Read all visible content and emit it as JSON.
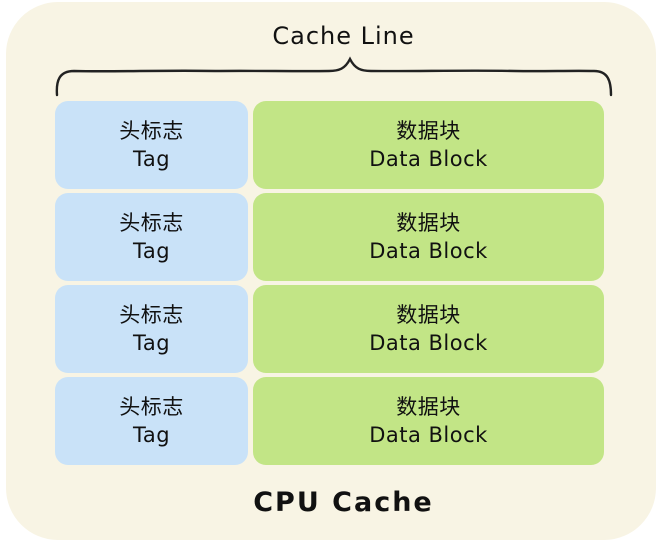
{
  "diagram": {
    "title": "Cache Line",
    "footer": "CPU Cache",
    "rows": [
      {
        "tag_zh": "头标志",
        "tag_en": "Tag",
        "data_zh": "数据块",
        "data_en": "Data Block"
      },
      {
        "tag_zh": "头标志",
        "tag_en": "Tag",
        "data_zh": "数据块",
        "data_en": "Data Block"
      },
      {
        "tag_zh": "头标志",
        "tag_en": "Tag",
        "data_zh": "数据块",
        "data_en": "Data Block"
      },
      {
        "tag_zh": "头标志",
        "tag_en": "Tag",
        "data_zh": "数据块",
        "data_en": "Data Block"
      }
    ],
    "colors": {
      "background": "#ffffff",
      "panel": "#f8f4e4",
      "tag_fill": "#c9e2f8",
      "data_fill": "#c2e586",
      "stroke": "#222222",
      "text": "#111111"
    }
  }
}
